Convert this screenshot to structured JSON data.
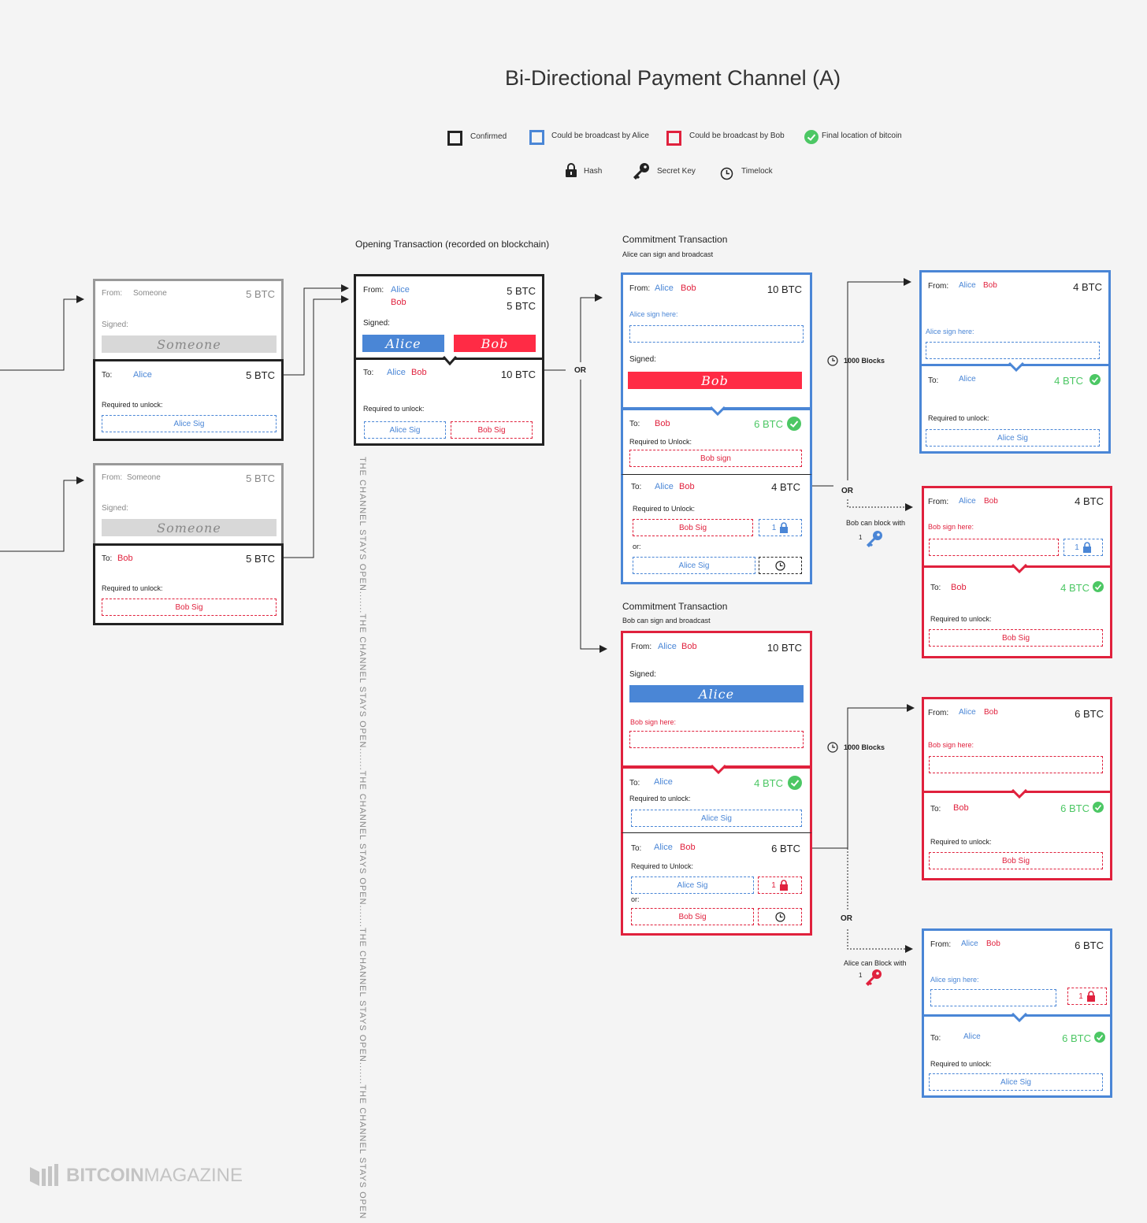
{
  "title": "Bi-Directional Payment Channel (A)",
  "legend": {
    "confirmed": "Confirmed",
    "alice_broadcast": "Could be broadcast by Alice",
    "bob_broadcast": "Could be broadcast by Bob",
    "final": "Final location of bitcoin",
    "hash": "Hash",
    "secret_key": "Secret Key",
    "timelock": "Timelock"
  },
  "colors": {
    "alice": "#4a86d6",
    "bob": "#e0213d",
    "final": "#4cc764",
    "confirmed": "#222222"
  },
  "common": {
    "from": "From:",
    "to": "To:",
    "signed": "Signed:",
    "required_unlock": "Required to unlock:",
    "required_Unlock": "Required to Unlock:",
    "or_small": "or:",
    "or": "OR",
    "alice": "Alice",
    "bob": "Bob",
    "someone": "Someone",
    "alice_sig": "Alice Sig",
    "bob_sig": "Bob Sig",
    "bob_sign": "Bob sign",
    "alice_sign_here": "Alice sign here:",
    "bob_sign_here": "Bob sign here:",
    "hash_count": "1",
    "key_count": "1",
    "btc4": "4 BTC",
    "btc5": "5 BTC",
    "btc6": "6 BTC",
    "btc10": "10 BTC",
    "btc5b": "5 BTC",
    "blocks": "1000 Blocks",
    "bob_block": "Bob can block with",
    "alice_block": "Alice can Block with"
  },
  "sections": {
    "opening": "Opening Transaction (recorded on blockchain)",
    "commit_a": "Commitment Transaction",
    "commit_a_sub": "Alice can sign and broadcast",
    "commit_b": "Commitment Transaction",
    "commit_b_sub": "Bob can sign and broadcast"
  },
  "channel_open": "THE CHANNEL STAYS OPEN.......THE CHANNEL STAYS OPEN.......THE CHANNEL STAYS OPEN.......THE CHANNEL STAYS OPEN.......THE CHANNEL STAYS OPEN",
  "brand": {
    "bitcoin": "BITCOIN",
    "magazine": "MAGAZINE"
  }
}
